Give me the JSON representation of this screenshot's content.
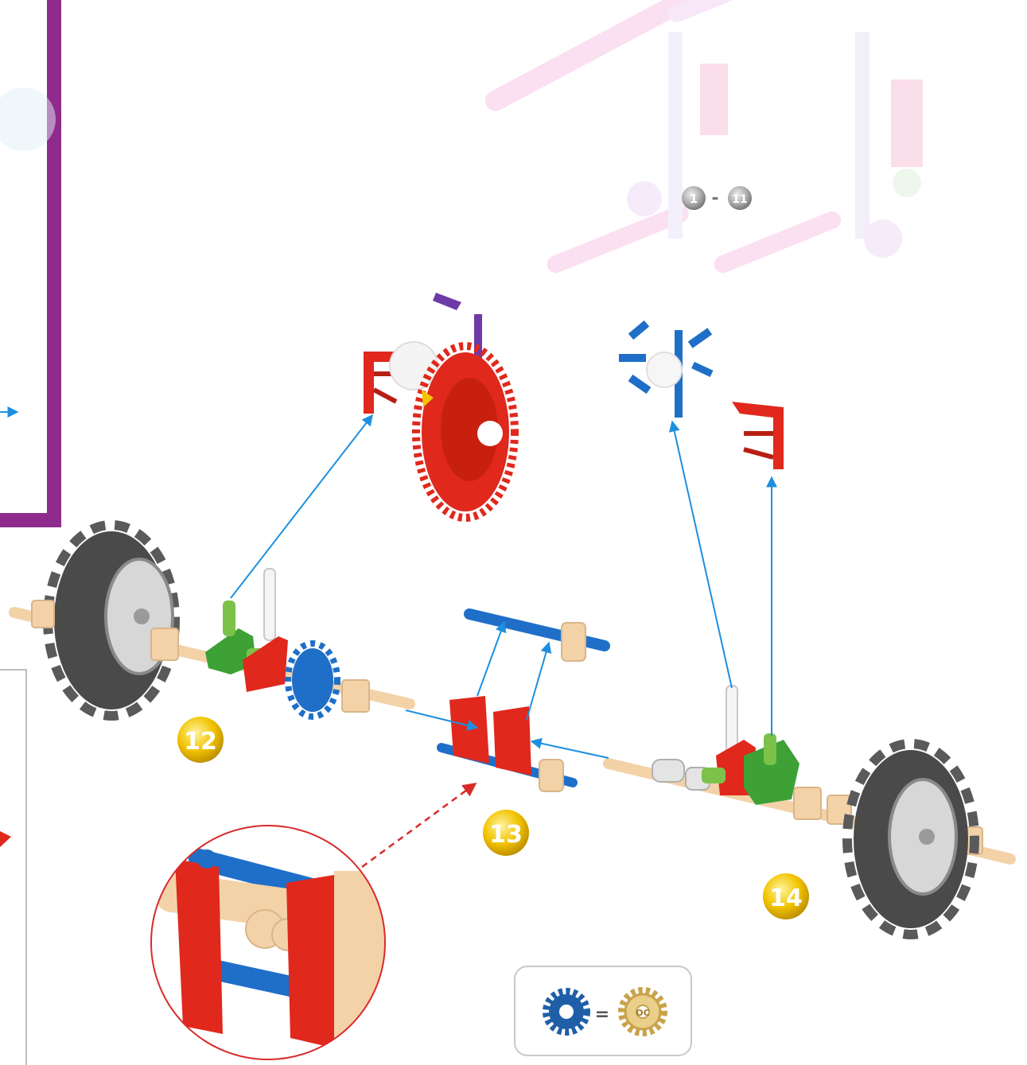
{
  "diagram": {
    "reference_badge": {
      "from": "1",
      "separator": "-",
      "to": "11",
      "color": "#9a9a9a"
    },
    "steps": [
      {
        "number": "12",
        "color": "#e6b800"
      },
      {
        "number": "13",
        "color": "#e6b800"
      },
      {
        "number": "14",
        "color": "#e6b800"
      }
    ],
    "legend": {
      "equals": "=",
      "left_gear_color": "#1f5fa8",
      "right_gear_color": "#c9a24a",
      "right_gear_text": "OC"
    },
    "colors": {
      "panel_border": "#8e2b8c",
      "arrow": "#1e8fe0",
      "detail_circle": "#d92a2a",
      "red_part": "#e0281c",
      "blue_part": "#1f6fc8",
      "green_part": "#3da136",
      "tan_part": "#f3d2a8",
      "tire": "#555555"
    },
    "icons": [
      "gear-icon",
      "wheel-icon",
      "connector-icon",
      "rod-icon"
    ]
  }
}
